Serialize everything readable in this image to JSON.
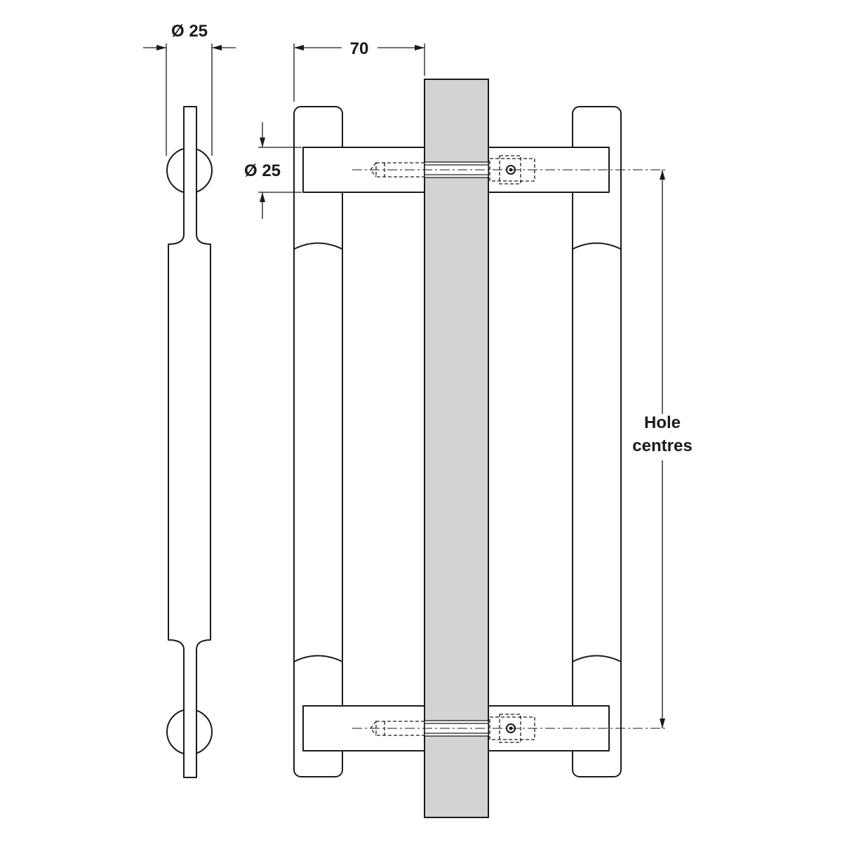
{
  "labels": {
    "side_diameter": "Ø 25",
    "projection": "70",
    "bar_diameter": "Ø 25",
    "hole_centres_line1": "Hole",
    "hole_centres_line2": "centres"
  },
  "colors": {
    "line": "#1a1a1a",
    "door_fill": "#d3d3d3",
    "background": "#ffffff"
  }
}
